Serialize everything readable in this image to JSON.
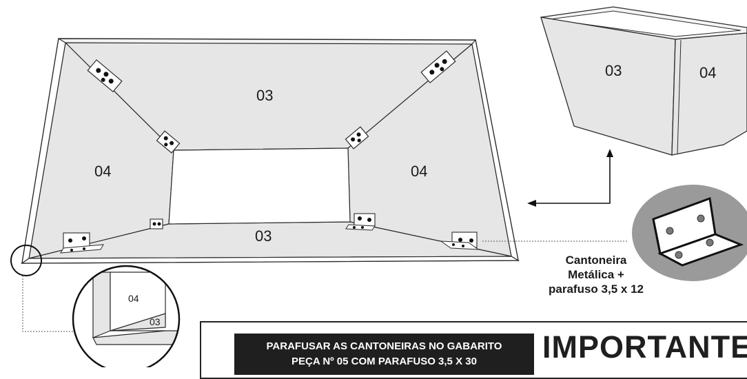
{
  "labels": {
    "main_top": "03",
    "main_bottom": "03",
    "main_left": "04",
    "main_right": "04",
    "box_front": "03",
    "box_side": "04",
    "detail_upper": "04",
    "detail_lower": "03"
  },
  "caption": {
    "line1": "Cantoneira",
    "line2": "Metálica +",
    "line3": "parafuso 3,5 x 12"
  },
  "note": {
    "line1": "PARAFUSAR AS CANTONEIRAS NO GABARITO",
    "line2": "PEÇA Nº 05 COM  PARAFUSO 3,5 X 30",
    "title": "IMPORTANTE"
  },
  "colors": {
    "panel": "#e6e6e6",
    "stroke": "#2a2a2a",
    "banner": "#1f1f1f",
    "bracket_bg": "#9a9a9a"
  }
}
